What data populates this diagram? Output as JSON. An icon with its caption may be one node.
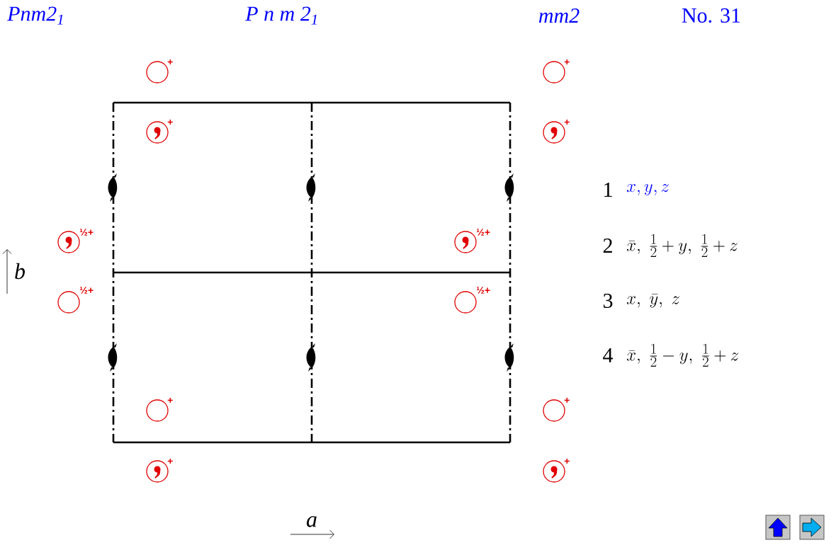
{
  "diagram": {
    "labels": [
      "Pnm2$_{1}$",
      "P n m 2$_{1}$",
      "mm2",
      "No. 31",
      "+",
      "+",
      "+",
      "+",
      "½+",
      "½+",
      "b",
      "1",
      "x, y, z",
      "2",
      "\\bar{x},\\ \\tfrac{1}{2}+y,\\ \\tfrac{1}{2}+z",
      "½+",
      "½+",
      "3",
      "x,\\ \\bar{y},\\ z",
      "4",
      "\\bar{x},\\ \\tfrac{1}{2}-y,\\ \\tfrac{1}{2}+z",
      "+",
      "+",
      "+",
      "+",
      "a"
    ]
  }
}
